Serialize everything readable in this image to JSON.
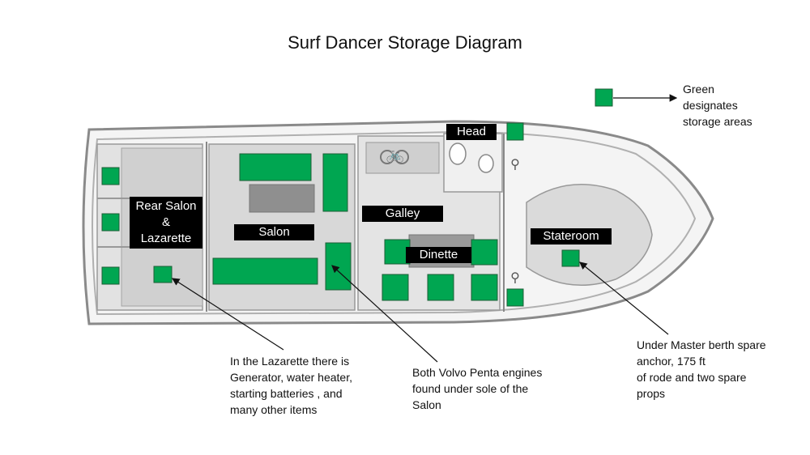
{
  "title": "Surf Dancer Storage Diagram",
  "legend": {
    "text": "Green\ndesignates\nstorage areas",
    "color": "#00a651"
  },
  "colors": {
    "storage": "#00a651",
    "label_bg": "#000000",
    "hull_line": "#8a8a8a",
    "floor": "#d6d6d6"
  },
  "rooms": {
    "head": "Head",
    "galley": "Galley",
    "salon": "Salon",
    "dinette": "Dinette",
    "stateroom": "Stateroom",
    "rear_salon": "Rear Salon\n&\nLazarette"
  },
  "notes": {
    "lazarette": "In the Lazarette there is\nGenerator, water heater,\nstarting batteries , and\nmany other items",
    "engines": "Both Volvo Penta engines\nfound under sole of the\nSalon",
    "stateroom": "Under Master berth spare\nanchor, 175 ft\nof rode and two spare\nprops"
  }
}
